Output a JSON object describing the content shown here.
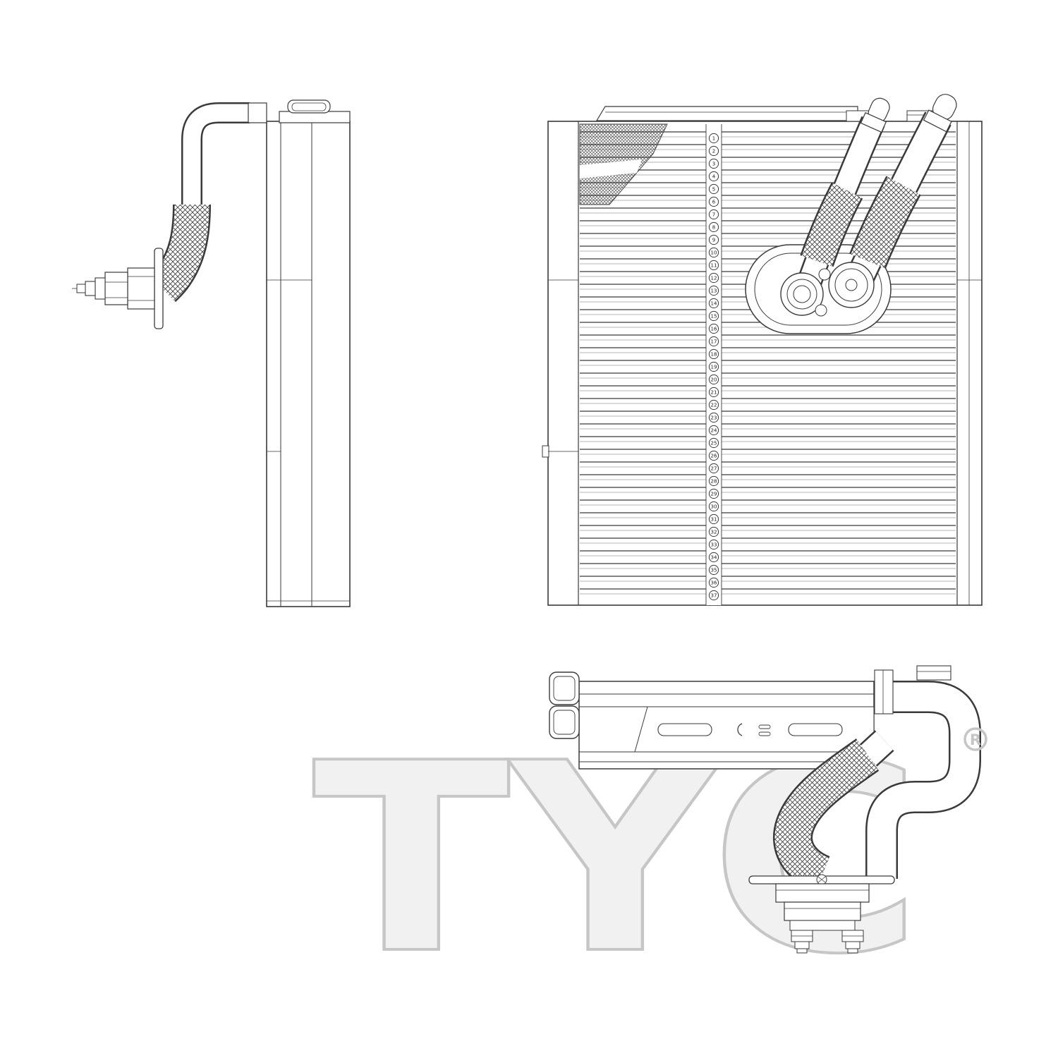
{
  "page": {
    "background": "#ffffff"
  },
  "watermark": {
    "text": "TYC",
    "registered": "R",
    "fill": "#f1f1f1",
    "stroke": "#c6c6c6"
  },
  "diagram": {
    "ink": "#3a3a3a",
    "views": [
      {
        "id": "side-view",
        "description": "side profile of evaporator core with inlet pipe, braided hose and fitting"
      },
      {
        "id": "front-view",
        "description": "front view of evaporator core with fin plates, numbered plate callouts, port plate and two pipes"
      },
      {
        "id": "top-view",
        "description": "top view with mounting bracket, slots, pipe loop, braided hose and threaded fitting"
      }
    ],
    "fin_numbers": [
      "1",
      "2",
      "3",
      "4",
      "5",
      "6",
      "7",
      "8",
      "9",
      "10",
      "11",
      "12",
      "13",
      "14",
      "15",
      "16",
      "17",
      "18",
      "19",
      "20",
      "21",
      "22",
      "23",
      "24",
      "25",
      "26",
      "27",
      "28",
      "29",
      "30",
      "31",
      "32",
      "33",
      "34",
      "35",
      "36",
      "37"
    ]
  }
}
